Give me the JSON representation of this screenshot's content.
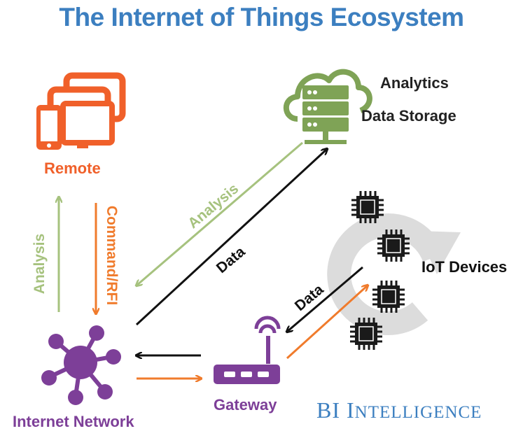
{
  "title": "The Internet of Things Ecosystem",
  "nodes": {
    "remote": "Remote",
    "analytics": "Analytics",
    "data_storage": "Data Storage",
    "iot_devices": "IoT Devices",
    "internet_network": "Internet Network",
    "gateway": "Gateway"
  },
  "edges": {
    "analysis_left": "Analysis",
    "command_rfi": "Command/RFI",
    "analysis_diag": "Analysis",
    "data_diag": "Data",
    "data_devices": "Data"
  },
  "brand": {
    "bi": "BI",
    "intelligence_first": "I",
    "intelligence_rest": "NTELLIGENCE"
  },
  "colors": {
    "title": "#3c7fc0",
    "orange": "#f0602a",
    "green": "#7fa356",
    "light_green": "#a6c27e",
    "purple": "#7d3f98",
    "arrow_orange": "#f07b2c",
    "black": "#111111",
    "brand": "#3c7fc0",
    "chip": "#1a1a1a",
    "refresh": "#dcdcdc"
  }
}
